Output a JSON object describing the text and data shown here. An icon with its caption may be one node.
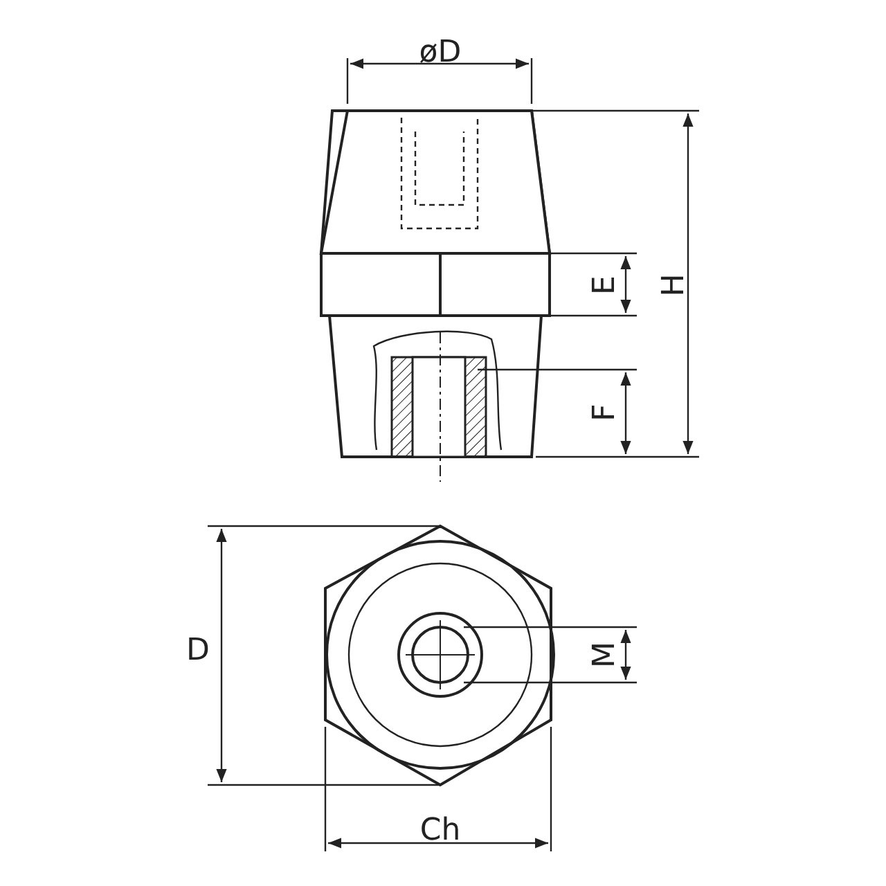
{
  "diagram": {
    "labels": [
      "øD",
      "E",
      "H",
      "F",
      "D",
      "M",
      "Ch"
    ]
  }
}
